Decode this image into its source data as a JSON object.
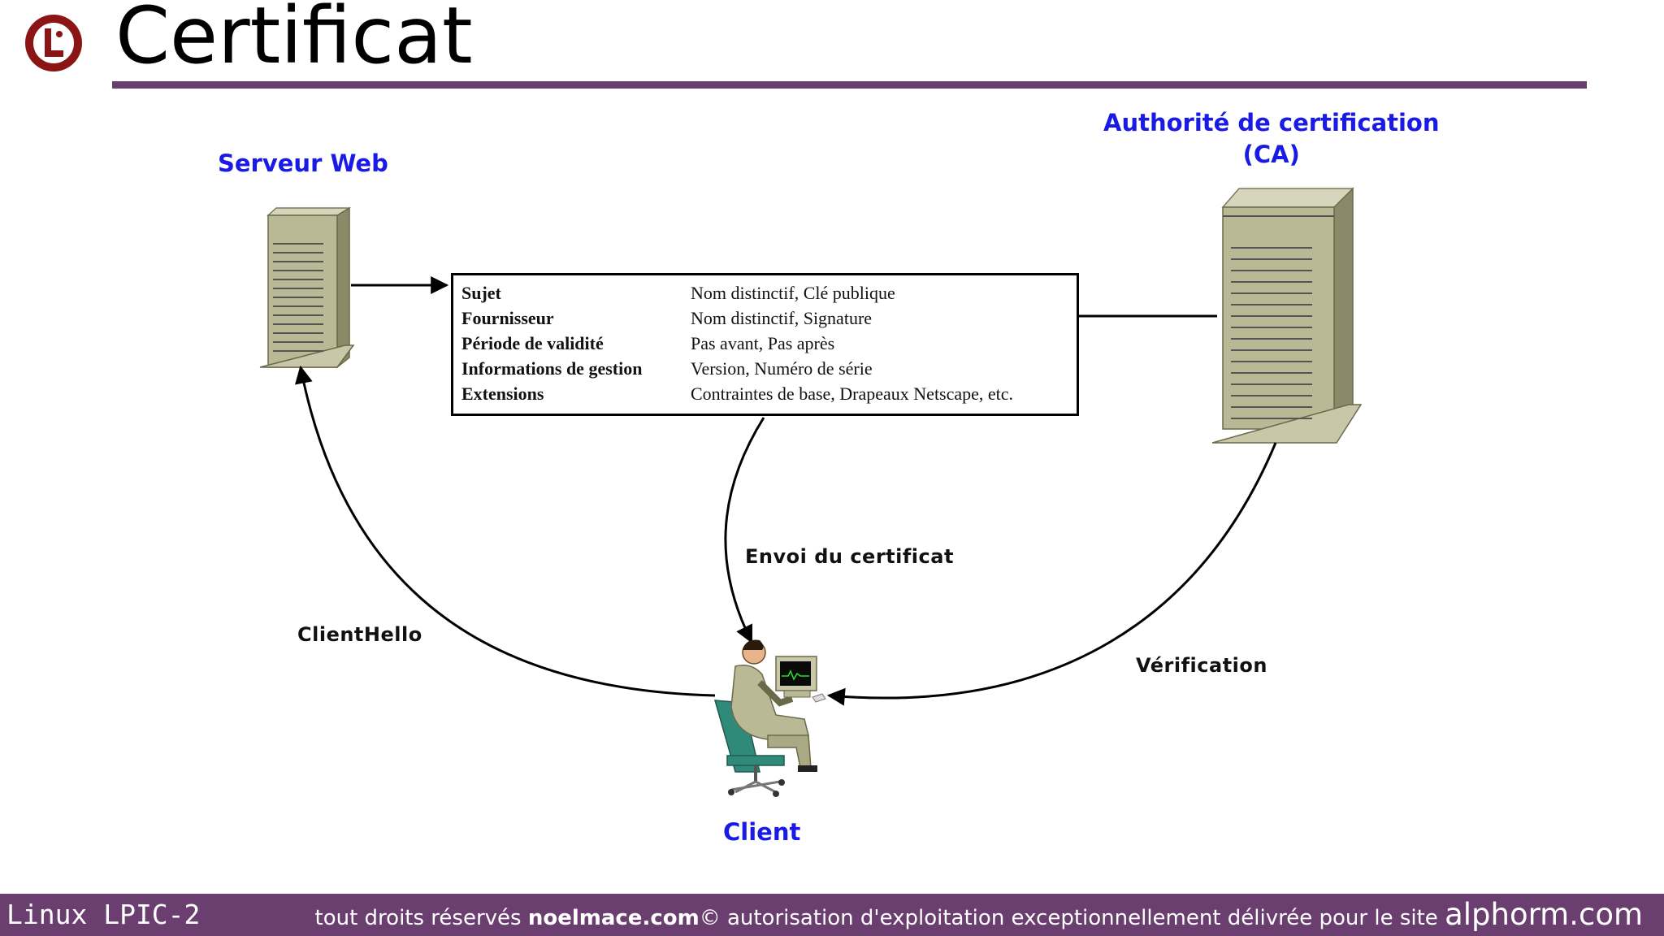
{
  "header": {
    "title": "Certificat"
  },
  "diagram": {
    "server_label": "Serveur Web",
    "ca_label_line1": "Authorité de certification",
    "ca_label_line2": "(CA)",
    "client_label": "Client",
    "arrow_labels": {
      "send_certificate": "Envoi du certificat",
      "client_hello": "ClientHello",
      "verification": "Vérification"
    },
    "certificate": {
      "rows": [
        {
          "key": "Sujet",
          "value": "Nom distinctif, Clé publique"
        },
        {
          "key": "Fournisseur",
          "value": "Nom distinctif, Signature"
        },
        {
          "key": "Période de validité",
          "value": "Pas avant, Pas après"
        },
        {
          "key": "Informations de gestion",
          "value": "Version, Numéro de série"
        },
        {
          "key": "Extensions",
          "value": "Contraintes de base, Drapeaux Netscape, etc."
        }
      ]
    }
  },
  "footer": {
    "course": "Linux LPIC-2",
    "rights_prefix": "tout droits réservés",
    "rights_owner": "noelmace.com",
    "rights_middle": "© autorisation d'exploitation exceptionnellement délivrée pour le site",
    "site": "alphorm.com"
  },
  "colors": {
    "accent": "#6a3e6e",
    "label_blue": "#1a1ae6",
    "logo_red": "#8b1414",
    "server_body": "#b9b995"
  }
}
